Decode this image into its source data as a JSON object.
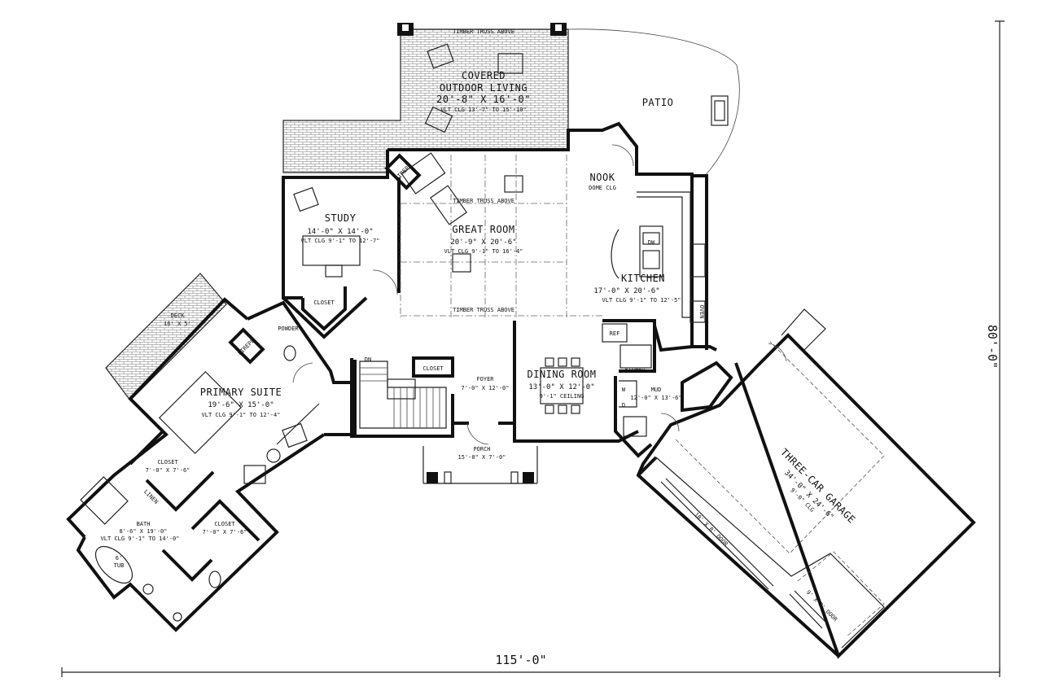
{
  "plan": {
    "overall_width": "115'-0\"",
    "overall_depth": "80'-0\""
  },
  "rooms": {
    "covered": {
      "name1": "COVERED",
      "name2": "OUTDOOR LIVING",
      "size": "20'-8\" X 16'-0\"",
      "ceiling": "VLT CLG 13'-7\" TO 15'-10\"",
      "truss": "TIMBER TRUSS ABOVE"
    },
    "patio": {
      "name": "PATIO"
    },
    "nook": {
      "name": "NOOK",
      "ceiling": "DOME CLG"
    },
    "study": {
      "name": "STUDY",
      "size": "14'-0\" X 14'-0\"",
      "ceiling": "VLT CLG 9'-1\" TO 12'-7\""
    },
    "great": {
      "name": "GREAT ROOM",
      "size": "20'-9\" X 20'-6\"",
      "ceiling": "VLT CLG 9'-1\" TO 16'-4\"",
      "truss_top": "TIMBER TRUSS ABOVE",
      "truss_bottom": "TIMBER TRUSS ABOVE"
    },
    "kitchen": {
      "name": "KITCHEN",
      "size": "17'-0\" X 20'-6\"",
      "ceiling": "VLT CLG 9'-1\" TO 12'-5\"",
      "dw": "DW",
      "ref": "REF",
      "oven": "OVEN"
    },
    "study_closet": {
      "name": "CLOSET"
    },
    "deck": {
      "name": "DECK",
      "size": "16' X 5'"
    },
    "powder": {
      "name": "POWDER"
    },
    "fireplaces": {
      "great": "FIREPL",
      "suite": "FIREPL"
    },
    "primary": {
      "name": "PRIMARY SUITE",
      "size": "19'-6\" X 15'-0\"",
      "ceiling": "VLT CLG 9'-1\" TO 12'-4\""
    },
    "stair": {
      "dn": "DN"
    },
    "foyer_closet": {
      "name": "CLOSET"
    },
    "foyer": {
      "name": "FOYER",
      "size": "7'-0\" X 12'-0\""
    },
    "dining": {
      "name": "DINING ROOM",
      "size": "13'-0\" X 12'-0\"",
      "ceiling": "9'-1\" CEILING"
    },
    "pantry": {
      "name": "PANTRY"
    },
    "mud": {
      "name": "MUD",
      "size": "12'-0\" X 13'-6\"",
      "w": "W",
      "d": "D"
    },
    "porch": {
      "name": "PORCH",
      "size": "15'-0\" X 7'-0\""
    },
    "closet1": {
      "name": "CLOSET",
      "size": "7'-0\" X 7'-6\""
    },
    "linen": {
      "name": "LINEN"
    },
    "bath": {
      "name": "BATH",
      "size": "8'-6\" X 19'-0\"",
      "ceiling": "VLT CLG 9'-1\" TO 14'-0\"",
      "tub1": "6'",
      "tub2": "TUB"
    },
    "closet2": {
      "name": "CLOSET",
      "size": "7'-0\" X 7'-6\""
    },
    "garage": {
      "name": "THREE-CAR GARAGE",
      "size": "34'-0\" X 24'-6\"",
      "ceiling": "9'-0\" CLG",
      "door1": "18' X 8' DOOR",
      "door2": "9' X 8' DOOR"
    }
  },
  "colors": {
    "ink": "#111111",
    "paper": "#ffffff",
    "hatch": "#555555"
  }
}
